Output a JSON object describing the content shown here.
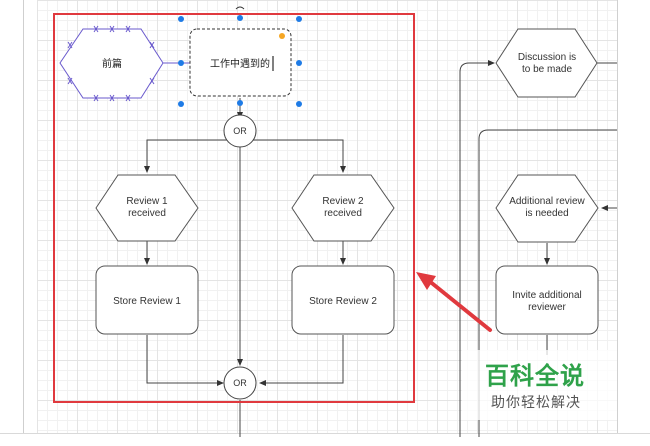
{
  "diagram": {
    "nodes": {
      "prequel": "前篇",
      "editing": "工作中遇到的",
      "or_top": "OR",
      "or_bottom": "OR",
      "review1_line1": "Review 1",
      "review1_line2": "received",
      "review2_line1": "Review 2",
      "review2_line2": "received",
      "store1": "Store Review 1",
      "store2": "Store Review 2",
      "discussion_line1": "Discussion is",
      "discussion_line2": "to be made",
      "additional_line1": "Additional review",
      "additional_line2": "is needed",
      "invite_line1": "Invite additional",
      "invite_line2": "reviewer"
    },
    "colors": {
      "highlight": "#e0393e",
      "selection": "#1e7be6",
      "shape_stroke": "#555555",
      "prequel_stroke": "#6a5acd"
    }
  },
  "watermark": {
    "title": "百科全说",
    "subtitle": "助你轻松解决"
  }
}
